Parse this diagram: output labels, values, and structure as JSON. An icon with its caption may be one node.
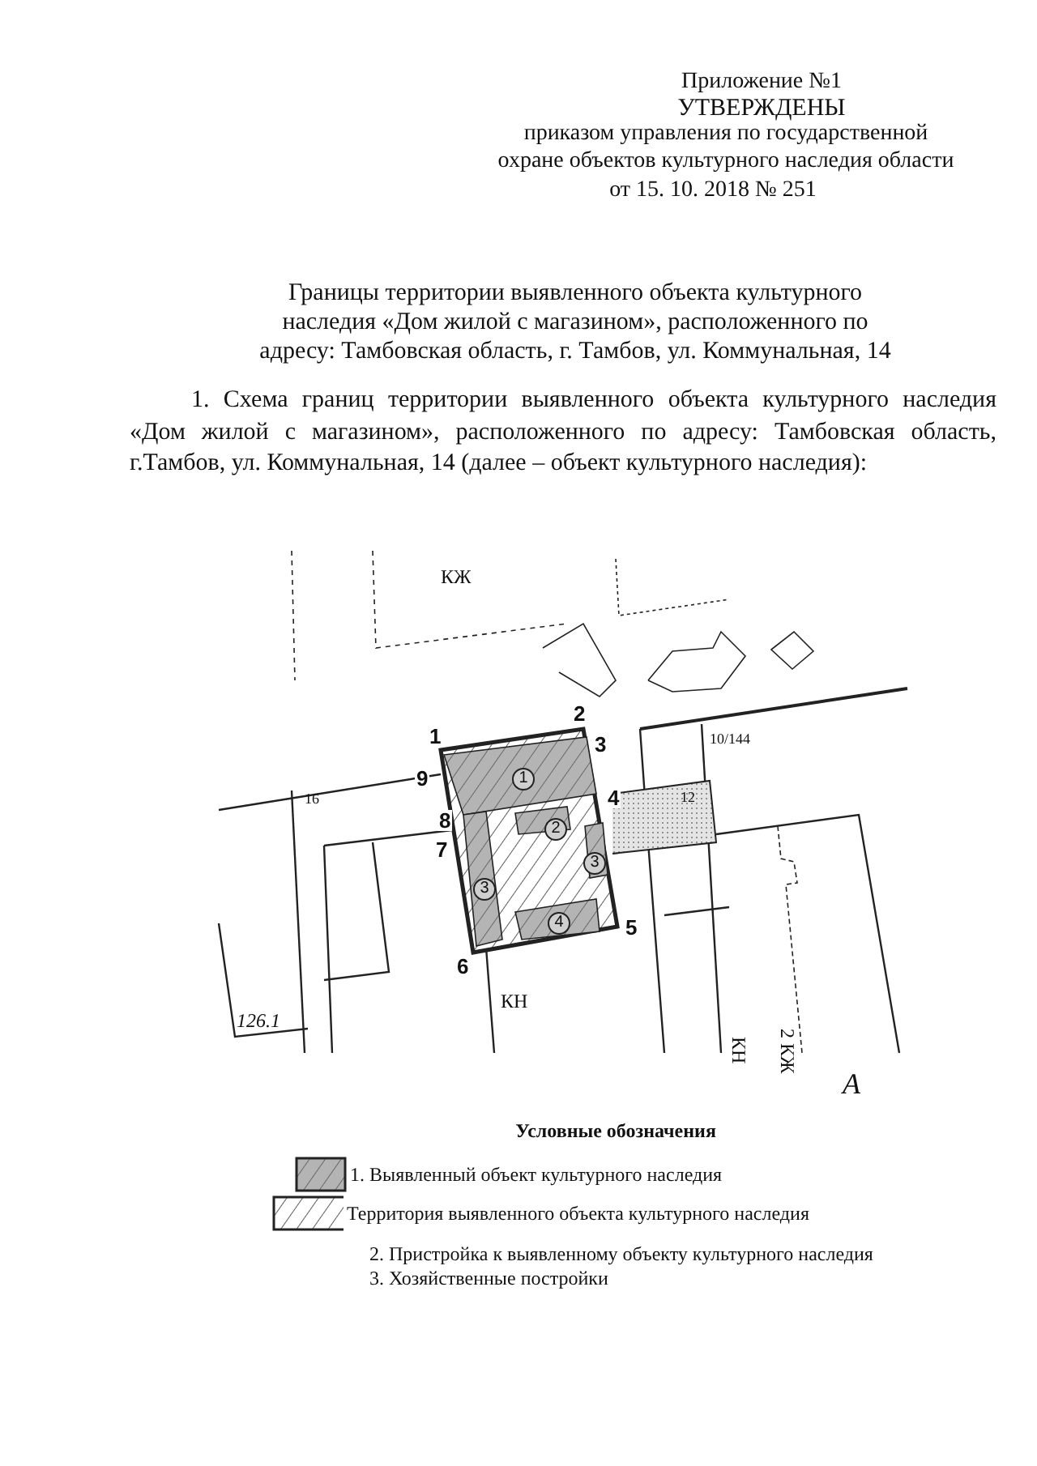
{
  "diagram": {
    "title": "Границы территории выявленного объекта культурного наследия «Дом жилой с магазином», расположенного по адресу: Тамбовская область, г. Тамбов, ул. Коммунальная, 14",
    "labels": [
      "Приложение №1",
      "УТВЕРЖДЕНЫ",
      "приказом управления по государственной",
      "охране объектов культурного наследия  области",
      "от 15. 10. 2018 № 251",
      "1. Схема границ территории выявленного объекта культурного наследия «Дом жилой с магазином», расположенного по адресу: Тамбовская область, г.Тамбов, ул. Коммунальная, 14 (далее – объект культурного наследия):",
      "1",
      "2",
      "3",
      "4",
      "5",
      "6",
      "7",
      "8",
      "9",
      "1",
      "2",
      "3",
      "3",
      "4",
      "16",
      "10/144",
      "12",
      "126.1",
      "КЖ",
      "КН",
      "КН",
      "2 КЖ",
      "А",
      "Условные обозначения",
      "2. Пристройка к выявленному объекту культурного наследия",
      "3. Хозяйственные постройки"
    ],
    "legend": [
      {
        "text": "1. Выявленный объект культурного наследия"
      },
      {
        "text": "Территория выявленного объекта культурного наследия"
      }
    ]
  }
}
